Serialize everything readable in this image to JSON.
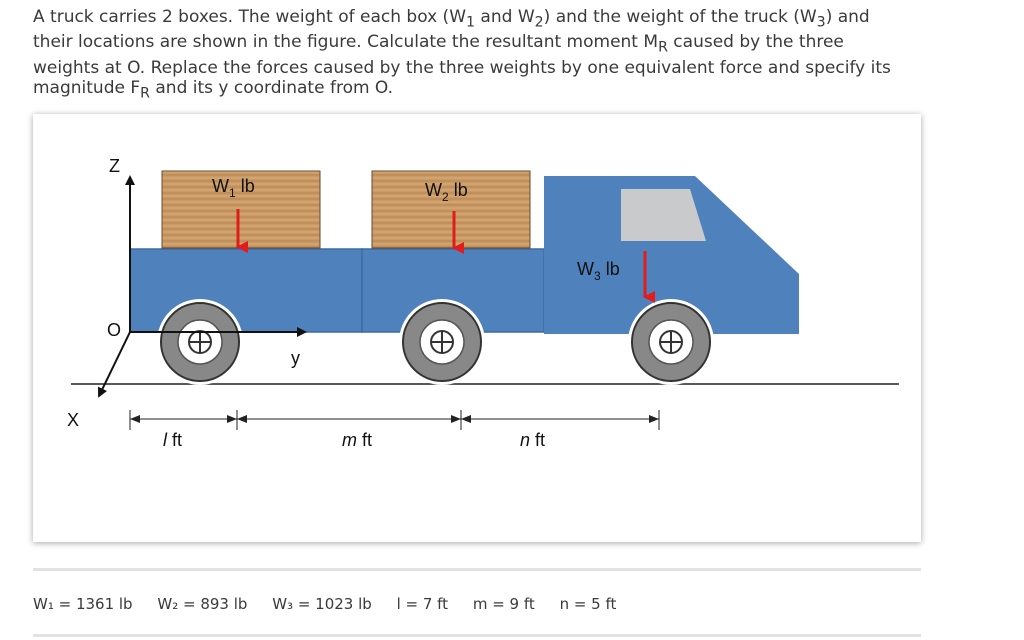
{
  "problem": {
    "p1": "A truck carries 2 boxes. The weight of each box (W",
    "s1": "1",
    "p2": " and W",
    "s2": "2",
    "p3": ") and the weight of the truck (W",
    "s3": "3",
    "p4": ") and their locations are shown in the figure. Calculate the resultant moment M",
    "s4": "R",
    "p5": " caused by the three weights at O. Replace the forces caused by the three weights by one equivalent force and specify its magnitude F",
    "s5": "R",
    "p6": " and its y coordinate from O."
  },
  "figure": {
    "axis_z": "Z",
    "axis_y": "y",
    "axis_x": "X",
    "origin": "O",
    "w1_main": "W",
    "w1_sub": "1",
    "w1_unit": " lb",
    "w2_main": "W",
    "w2_sub": "2",
    "w2_unit": " lb",
    "w3_main": "W",
    "w3_sub": "3",
    "w3_unit": " lb",
    "dim_l": "l",
    "dim_m": "m",
    "dim_n": "n",
    "dim_unit": " ft",
    "colors": {
      "truck": "#4f81bd",
      "truck_edge": "#3e6aa0",
      "box": "#c99a66",
      "arrow": "#e21b1b"
    }
  },
  "values": {
    "w1": "W₁ = 1361 lb",
    "w2": "W₂ = 893 lb",
    "w3": "W₃ = 1023 lb",
    "l": "l = 7 ft",
    "m": "m = 9 ft",
    "n": "n = 5 ft"
  }
}
